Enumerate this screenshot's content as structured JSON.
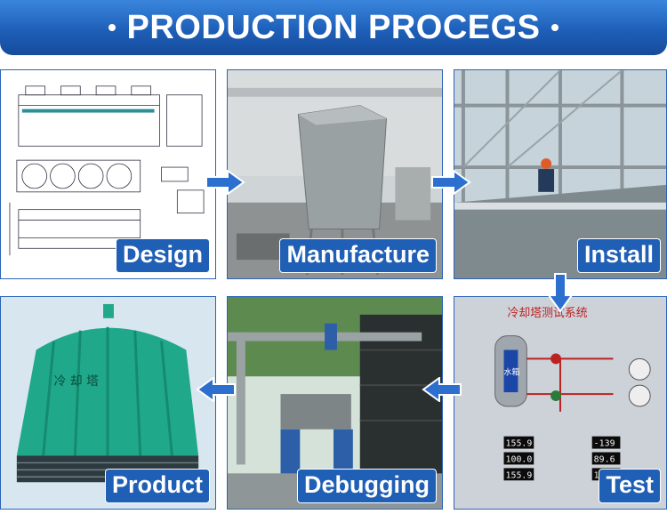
{
  "banner": {
    "title": "PRODUCTION PROCEGS"
  },
  "steps": {
    "design": "Design",
    "manufacture": "Manufacture",
    "install": "Install",
    "test": "Test",
    "debugging": "Debugging",
    "product": "Product"
  },
  "panel": {
    "title": "冷却塔测试系统",
    "tank": "水箱",
    "readings": [
      "155.9",
      "100.0",
      "155.9",
      "-139",
      "89.6",
      "125.5"
    ]
  },
  "tower_text": "冷 却 塔",
  "colors": {
    "accent": "#1f5fb5",
    "frame": "#2a63b8",
    "tower": "#1fa889"
  }
}
